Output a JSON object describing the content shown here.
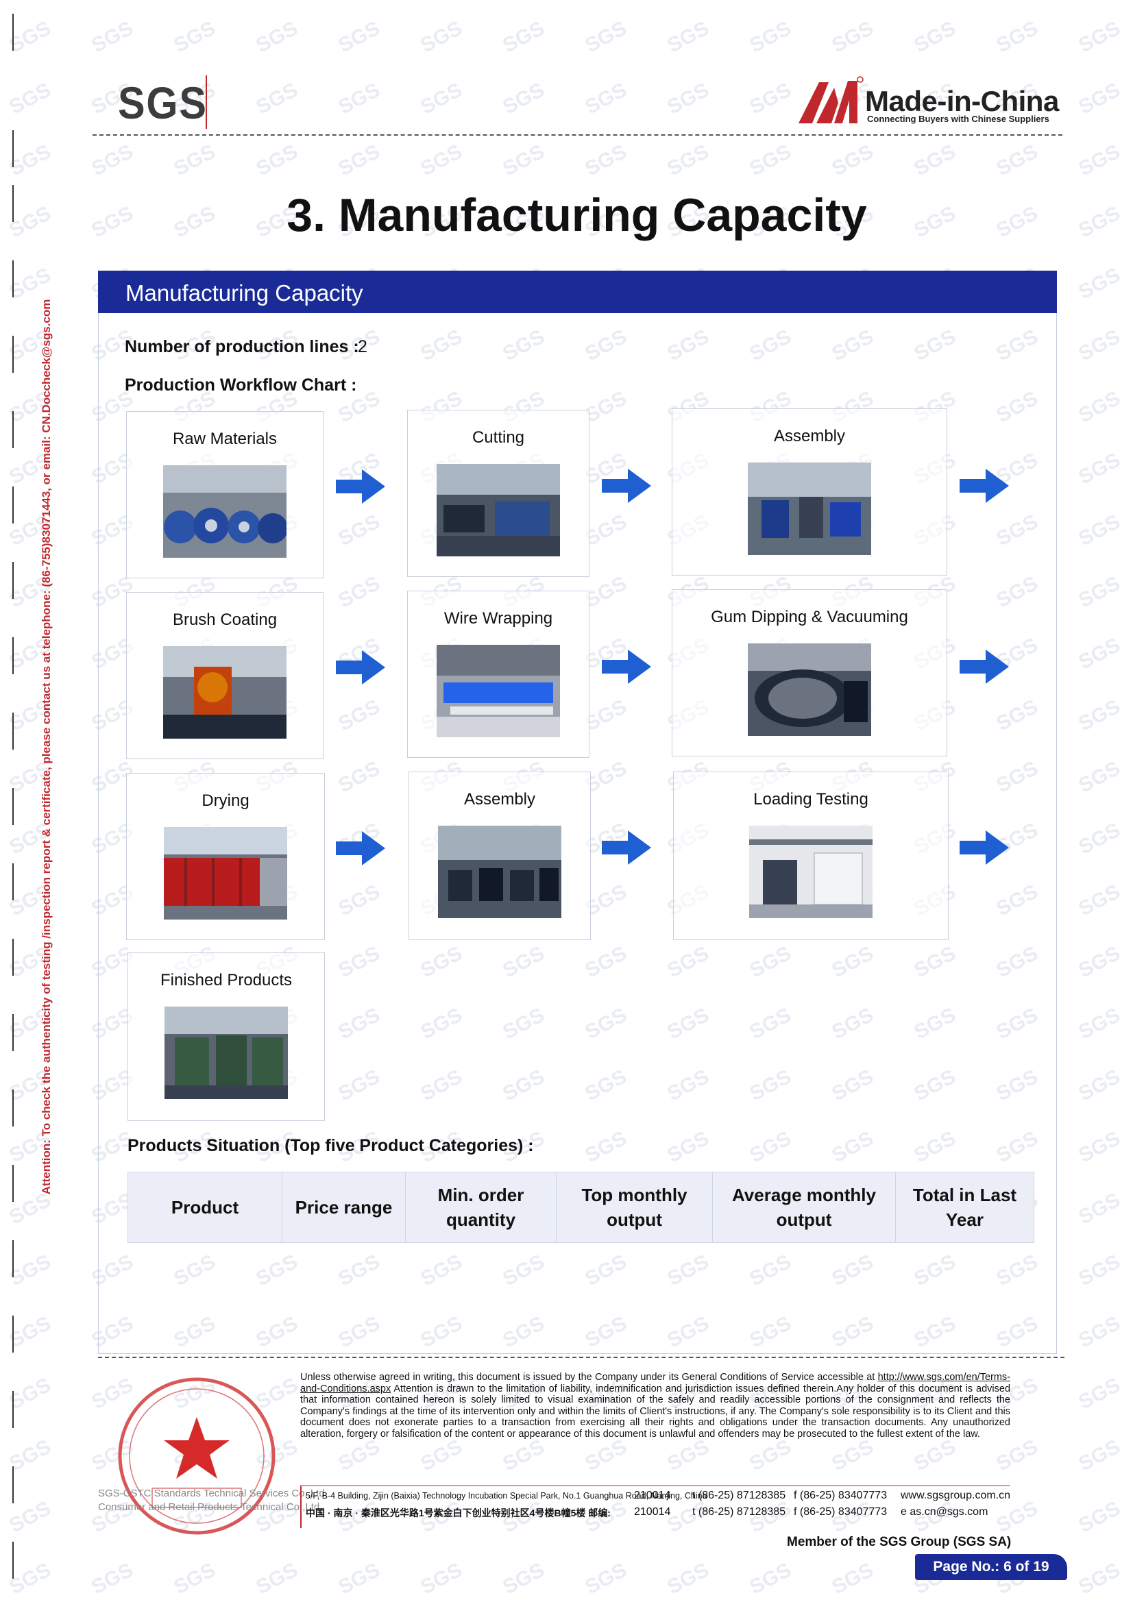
{
  "header": {
    "left_logo": "SGS",
    "right_logo_name": "Made-in-China",
    "right_logo_tagline": "Connecting Buyers with Chinese Suppliers"
  },
  "side_note": "Attention: To check the authenticity of testing /inspection report & certificate, please contact us at telephone: (86-755)83071443, or email: CN.Doccheck@sgs.com",
  "page_title": "3. Manufacturing Capacity",
  "section": {
    "header": "Manufacturing Capacity",
    "production_lines_label": "Number of production lines :",
    "production_lines_value": "2",
    "workflow_label": "Production Workflow Chart :",
    "workflow_steps": [
      {
        "label": "Raw Materials"
      },
      {
        "label": "Cutting"
      },
      {
        "label": "Assembly"
      },
      {
        "label": "Brush Coating"
      },
      {
        "label": "Wire Wrapping"
      },
      {
        "label": "Gum Dipping & Vacuuming"
      },
      {
        "label": "Drying"
      },
      {
        "label": "Assembly"
      },
      {
        "label": "Loading Testing"
      },
      {
        "label": "Finished Products"
      }
    ],
    "products_label": "Products Situation (Top five Product Categories) :",
    "products_table_headers": [
      "Product",
      "Price range",
      "Min. order quantity",
      "Top monthly output",
      "Average monthly output",
      "Total in Last Year"
    ]
  },
  "footer": {
    "legal_pre": "Unless otherwise agreed in writing, this document is issued by the Company under its General Conditions of Service accessible at",
    "legal_link": "http://www.sgs.com/en/Terms-and-Conditions.aspx",
    "legal_post": "Attention is drawn to the limitation of liability, indemnification and jurisdiction issues defined therein.Any holder of this document is advised that information contained hereon is solely limited to visual examination of the safely and readily accessible portions of the consignment and reflects the Company's findings at the time of its intervention only and within the limits of Client's instructions, if any. The Company's sole responsibility is to its Client and this document does not exonerate parties to a transaction from exercising all their rights and obligations under the transaction documents. Any unauthorized alteration, forgery or falsification of the content or appearance of this document is unlawful and offenders may be prosecuted to the fullest extent of the law.",
    "company_line1": "SGS-CSTC Standards Technical Services Co.,Ltd.",
    "company_line2": "Consumer and Retail Products Technical Co.,Ltd.",
    "address_en": "5/F, B-4 Building, Zijin (Baixia) Technology Incubation Special Park, No.1 Guanghua Road, Nanjing, China",
    "postcode_en": "210014",
    "tel_en": "t (86-25) 87128385",
    "fax_en": "f (86-25) 83407773",
    "web": "www.sgsgroup.com.cn",
    "address_cn": "中国 · 南京 · 秦淮区光华路1号紫金白下创业特别社区4号楼B幢5楼 邮编:",
    "postcode_cn": "210014",
    "tel_cn": "t (86-25) 87128385",
    "fax_cn": "f (86-25) 83407773",
    "email": "e  as.cn@sgs.com",
    "member": "Member of the SGS Group (SGS SA)",
    "page_no": "Page No.: 6 of 19"
  },
  "colors": {
    "brand_blue": "#1a2b97",
    "arrow_blue": "#1f5fd1",
    "accent_red": "#c0282d"
  }
}
